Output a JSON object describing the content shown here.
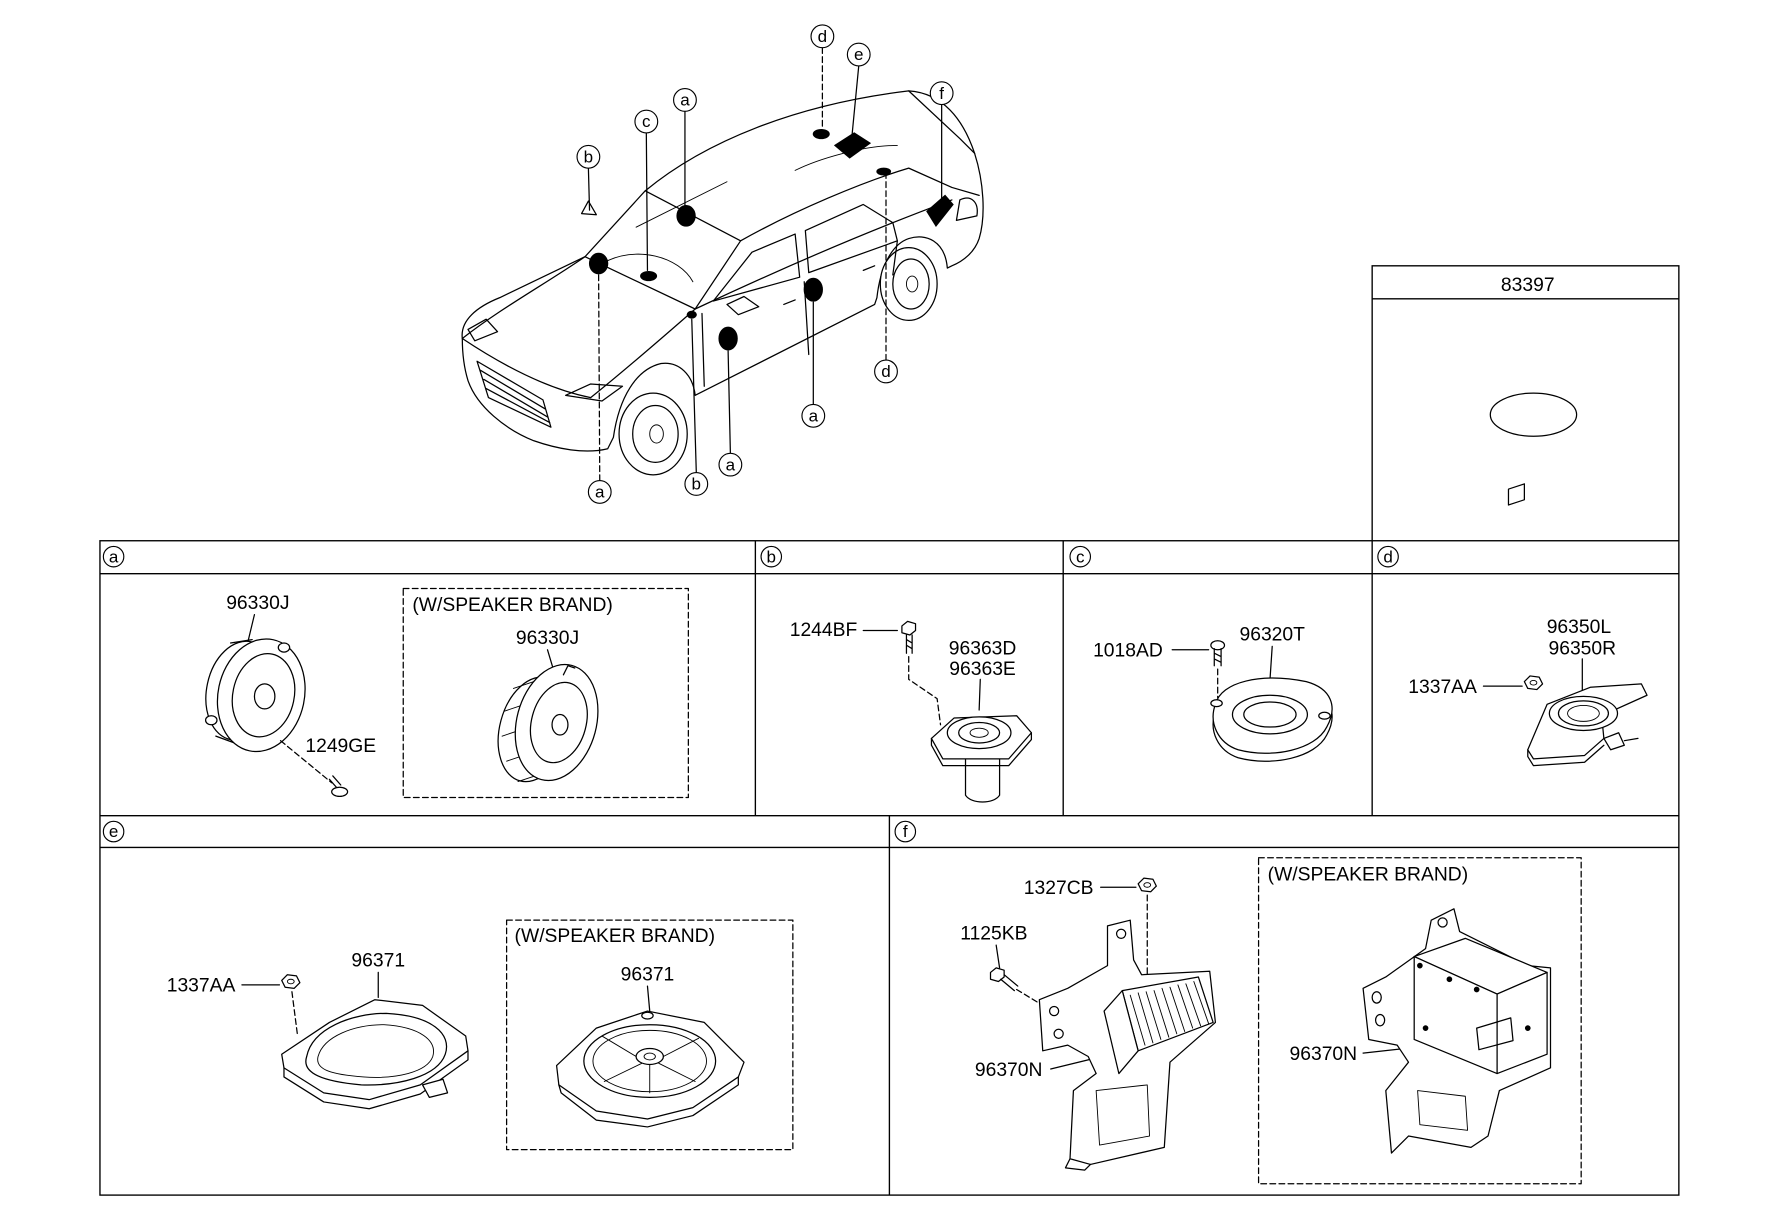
{
  "car": {
    "callouts": [
      "d",
      "e",
      "f",
      "a",
      "c",
      "b",
      "d",
      "a",
      "a",
      "b",
      "a"
    ]
  },
  "part_83397": {
    "number": "83397"
  },
  "section_a": {
    "letter": "a",
    "speaker": "96330J",
    "screw": "1249GE",
    "brand_box": {
      "title": "(W/SPEAKER BRAND)",
      "speaker": "96330J"
    }
  },
  "section_b": {
    "letter": "b",
    "bolt": "1244BF",
    "speaker_1": "96363D",
    "speaker_2": "96363E"
  },
  "section_c": {
    "letter": "c",
    "bolt": "1018AD",
    "speaker": "96320T"
  },
  "section_d": {
    "letter": "d",
    "nut": "1337AA",
    "speaker_1": "96350L",
    "speaker_2": "96350R"
  },
  "section_e": {
    "letter": "e",
    "nut": "1337AA",
    "speaker": "96371",
    "brand_box": {
      "title": "(W/SPEAKER BRAND)",
      "speaker": "96371"
    }
  },
  "section_f": {
    "letter": "f",
    "nut": "1327CB",
    "bolt": "1125KB",
    "amplifier": "96370N",
    "brand_box": {
      "title": "(W/SPEAKER BRAND)",
      "amplifier": "96370N"
    }
  }
}
